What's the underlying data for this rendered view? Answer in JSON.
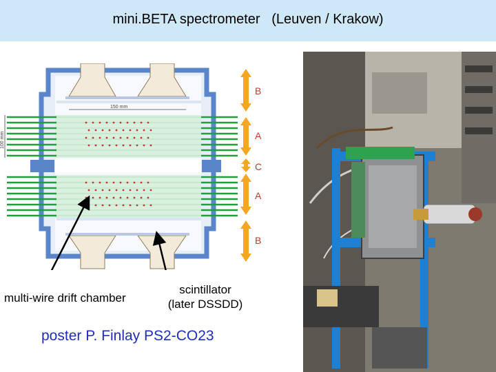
{
  "slide": {
    "title": "mini.BETA spectrometer   (Leuven / Krakow)",
    "poster": "poster P. Finlay PS2-CO23"
  },
  "diagram": {
    "width_dimension": "150 mm",
    "height_dimension": "100 mm",
    "segments": [
      "B",
      "A",
      "C",
      "A",
      "B"
    ],
    "captions": {
      "drift_chamber": "multi-wire drift chamber",
      "scintillator_line1": "scintillator",
      "scintillator_line2": "(later DSSDD)"
    }
  },
  "colors": {
    "title_bg": "#cfe8f7",
    "frame_blue": "#5a85c8",
    "wire_green": "#1e9e3e",
    "arrow_orange": "#f5a623",
    "label_red": "#c0392b",
    "poster_blue": "#1f2fb5"
  }
}
